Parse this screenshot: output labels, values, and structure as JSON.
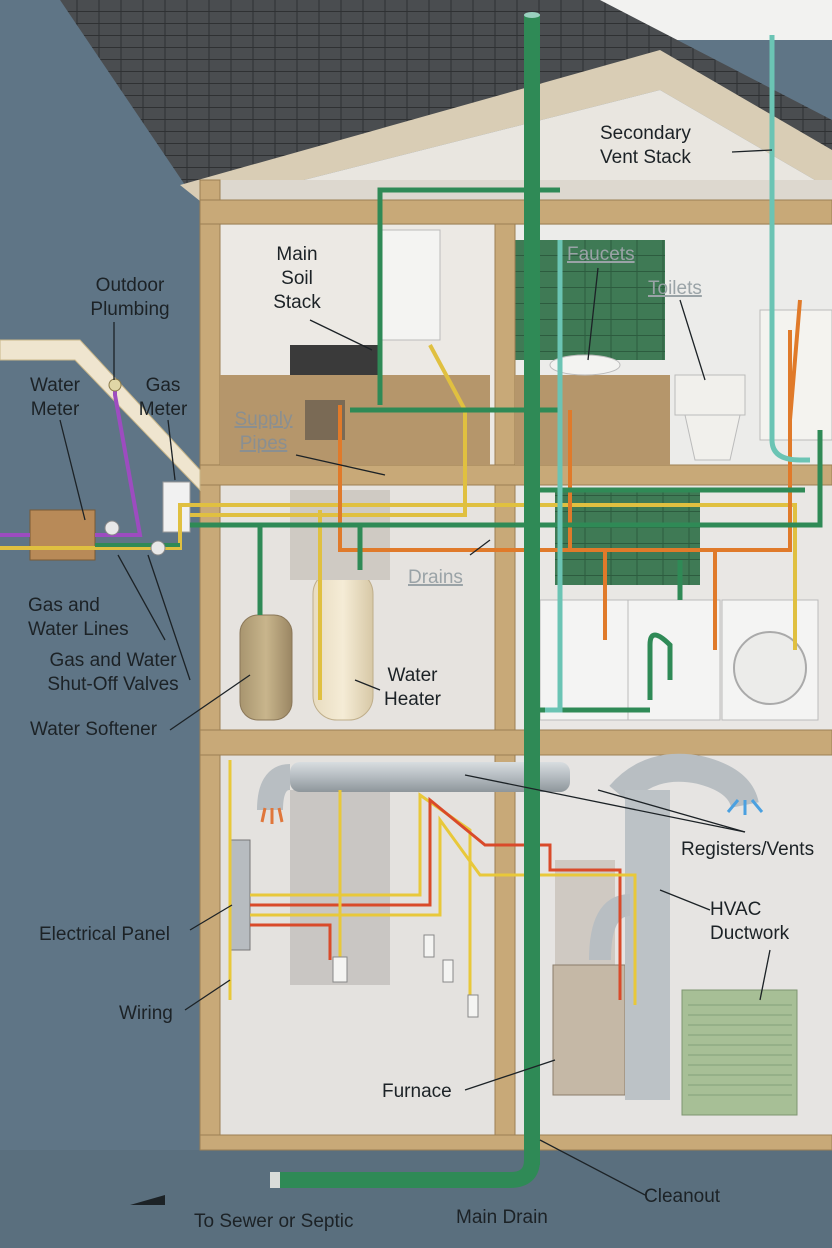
{
  "labels": {
    "secondary_vent_stack": "Secondary\nVent Stack",
    "main_soil_stack": "Main\nSoil\nStack",
    "faucets": "Faucets",
    "toilets": "Toilets",
    "outdoor_plumbing": "Outdoor\nPlumbing",
    "water_meter": "Water\nMeter",
    "gas_meter": "Gas\nMeter",
    "supply_pipes": "Supply\nPipes",
    "drains": "Drains",
    "gas_and_water_lines": "Gas and\nWater Lines",
    "shut_off_valves": "Gas and Water\nShut-Off Valves",
    "water_heater": "Water\nHeater",
    "water_softener": "Water Softener",
    "registers_vents": "Registers/Vents",
    "hvac_ductwork": "HVAC\nDuctwork",
    "electrical_panel": "Electrical Panel",
    "wiring": "Wiring",
    "furnace": "Furnace",
    "cleanout": "Cleanout",
    "to_sewer": "To Sewer or Septic",
    "main_drain": "Main Drain"
  },
  "colors": {
    "sky": "#5f7586",
    "roof": "#4a4d50",
    "wood": "#c8a978",
    "drain_pipe": "#2f8a56",
    "vent_pipe": "#4fb8a6",
    "hot_supply": "#e07a2a",
    "cold_supply": "#2f8a56",
    "gas_line": "#e0c040",
    "wiring_red": "#d94a2a",
    "wiring_yellow": "#e8c83a",
    "duct": "#b8bec2"
  }
}
